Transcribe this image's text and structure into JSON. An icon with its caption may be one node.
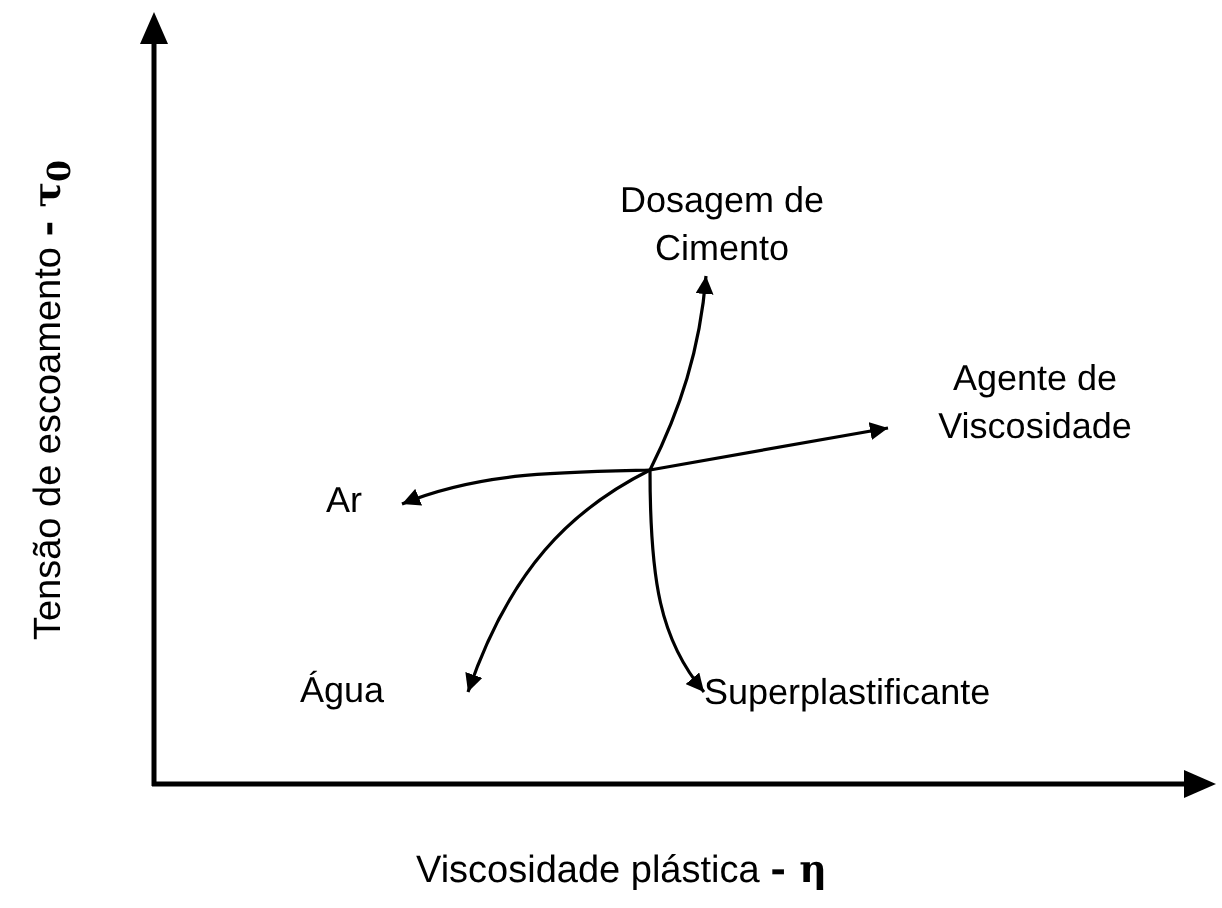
{
  "diagram": {
    "nodes": [
      {
        "text": [
          "Dosagem de Cimento"
        ]
      },
      {
        "text": [
          "Agente de Viscosidade"
        ]
      },
      {
        "text": [
          "Ar"
        ]
      },
      {
        "text": [
          "Água"
        ]
      },
      {
        "text": [
          "Superplastificante"
        ]
      }
    ],
    "edges": [
      {
        "from": null,
        "to": 0,
        "arrow": "to"
      },
      {
        "from": null,
        "to": 1,
        "arrow": "to"
      },
      {
        "from": null,
        "to": 2,
        "arrow": "to"
      },
      {
        "from": null,
        "to": 3,
        "arrow": "to"
      },
      {
        "from": null,
        "to": 4,
        "arrow": "to"
      }
    ],
    "labels": [
      "Tensão de escoamento **- τ$_{0}$**",
      "Viscosidade plástica **- η**"
    ]
  }
}
